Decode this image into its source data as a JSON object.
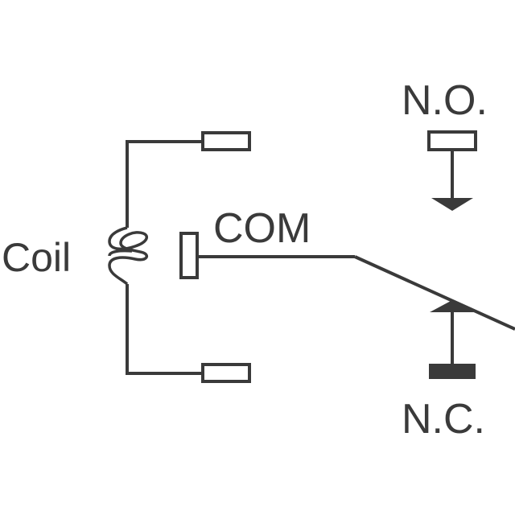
{
  "labels": {
    "coil": "Coil",
    "com": "COM",
    "no": "N.O.",
    "nc": "N.C."
  },
  "colors": {
    "stroke": "#3a3a3a",
    "fill": "#3a3a3a",
    "background": "#ffffff"
  }
}
